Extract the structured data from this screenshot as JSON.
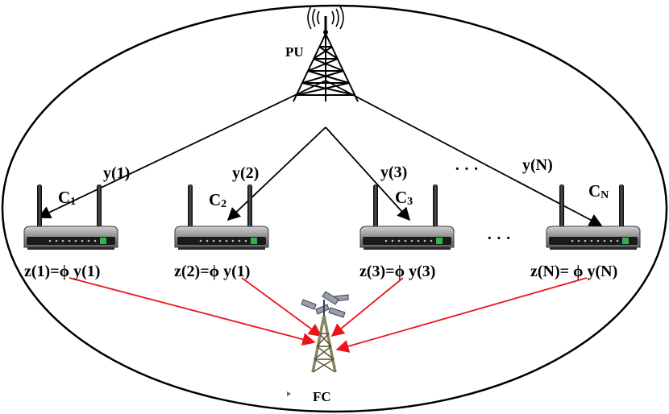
{
  "primary_user": {
    "label": "PU"
  },
  "fusion_center": {
    "label": "FC"
  },
  "ellipsis": "· · ·",
  "nodes": [
    {
      "name": "C",
      "sub": "1",
      "signal": "y(1)",
      "equation": "z(1)=ϕ y(1)"
    },
    {
      "name": "C",
      "sub": "2",
      "signal": "y(2)",
      "equation": "z(2)=ϕ y(1)"
    },
    {
      "name": "C",
      "sub": "3",
      "signal": "y(3)",
      "equation": "z(3)=ϕ y(3)"
    },
    {
      "name": "C",
      "sub": "N",
      "signal": "y(N)",
      "equation": "z(N)= ϕ y(N)"
    }
  ],
  "colors": {
    "outline": "#000000",
    "report_arrow": "#e8161b",
    "router_body": "#7d7d7d",
    "router_panel": "#1a1a1a",
    "router_led": "#2fb34a",
    "fc_tower": "#8a8560"
  }
}
